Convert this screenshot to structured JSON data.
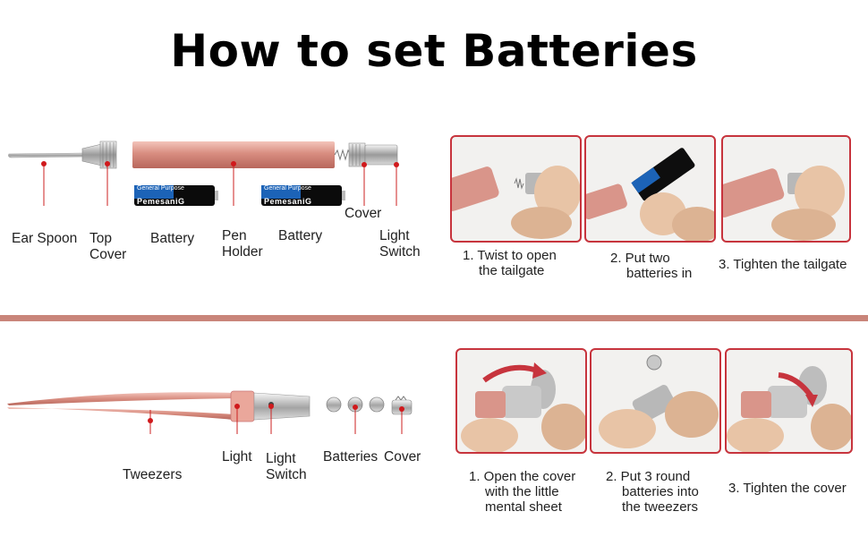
{
  "title": "How to set Batteries",
  "colors": {
    "accent": "#c7343d",
    "rose_gold": "#d9958a",
    "divider": "#c9857a",
    "marker": "#d0191c"
  },
  "ear_pick": {
    "battery_brand": "PemesaniG",
    "battery_text": "General Purpose",
    "labels": {
      "ear_spoon": "Ear Spoon",
      "top_cover_1": "Top",
      "top_cover_2": "Cover",
      "battery_left": "Battery",
      "pen_holder_1": "Pen",
      "pen_holder_2": "Holder",
      "battery_right": "Battery",
      "cover": "Cover",
      "light_switch_1": "Light",
      "light_switch_2": "Switch"
    },
    "steps": [
      {
        "line1": "1. Twist to open",
        "line2": "the tailgate"
      },
      {
        "line1": "2. Put two",
        "line2": "batteries in"
      },
      {
        "line1": "3. Tighten the tailgate"
      }
    ]
  },
  "tweezers": {
    "labels": {
      "tweezers": "Tweezers",
      "light": "Light",
      "light_switch_1": "Light",
      "light_switch_2": "Switch",
      "batteries": "Batteries",
      "cover": "Cover"
    },
    "steps": [
      {
        "line1": "1. Open the cover",
        "line2": "with the little",
        "line3": "mental sheet"
      },
      {
        "line1": "2. Put 3 round",
        "line2": "batteries into",
        "line3": "the tweezers"
      },
      {
        "line1": "3. Tighten the cover"
      }
    ]
  }
}
